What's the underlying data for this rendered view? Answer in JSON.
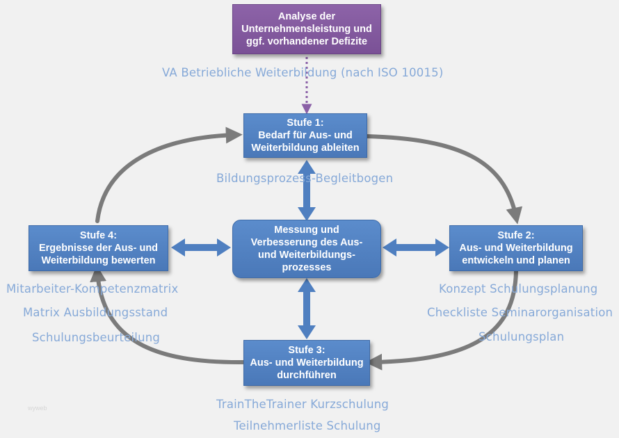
{
  "nodes": {
    "analysis": "Analyse der\nUnternehmensleistung und\nggf. vorhandener Defizite",
    "stage1": "Stufe 1:\nBedarf für Aus- und\nWeiterbildung ableiten",
    "stage2": "Stufe 2:\nAus- und Weiterbildung\nentwickeln und planen",
    "stage3": "Stufe 3:\nAus- und Weiterbildung\ndurchführen",
    "stage4": "Stufe 4:\nErgebnisse der Aus- und\nWeiterbildung bewerten",
    "center": "Messung und\nVerbesserung des Aus-\nund Weiterbildungs-\nprozesses"
  },
  "documents": {
    "top": "VA Betriebliche Weiterbildung (nach ISO 10015)",
    "stage1": [
      "Bildungsprozess-Begleitbogen"
    ],
    "stage2": [
      "Konzept Schulungsplanung",
      "Checkliste Seminarorganisation",
      "Schulungsplan"
    ],
    "stage3": [
      "TrainTheTrainer Kurzschulung",
      "Teilnehmerliste Schulung"
    ],
    "stage4": [
      "Mitarbeiter-Kompetenzmatrix",
      "Matrix Ausbildungsstand",
      "Schulungsbeurteilung"
    ]
  },
  "watermark": "wyweb",
  "colors": {
    "stage_box": "#4f7fc0",
    "analysis_box": "#7f569b",
    "cycle_arrow": "#7b7b7b",
    "double_arrow": "#4f7fc0",
    "dotted_arrow": "#8a5fa6",
    "document_text": "#86a9d8",
    "background": "#f1f1f1"
  }
}
